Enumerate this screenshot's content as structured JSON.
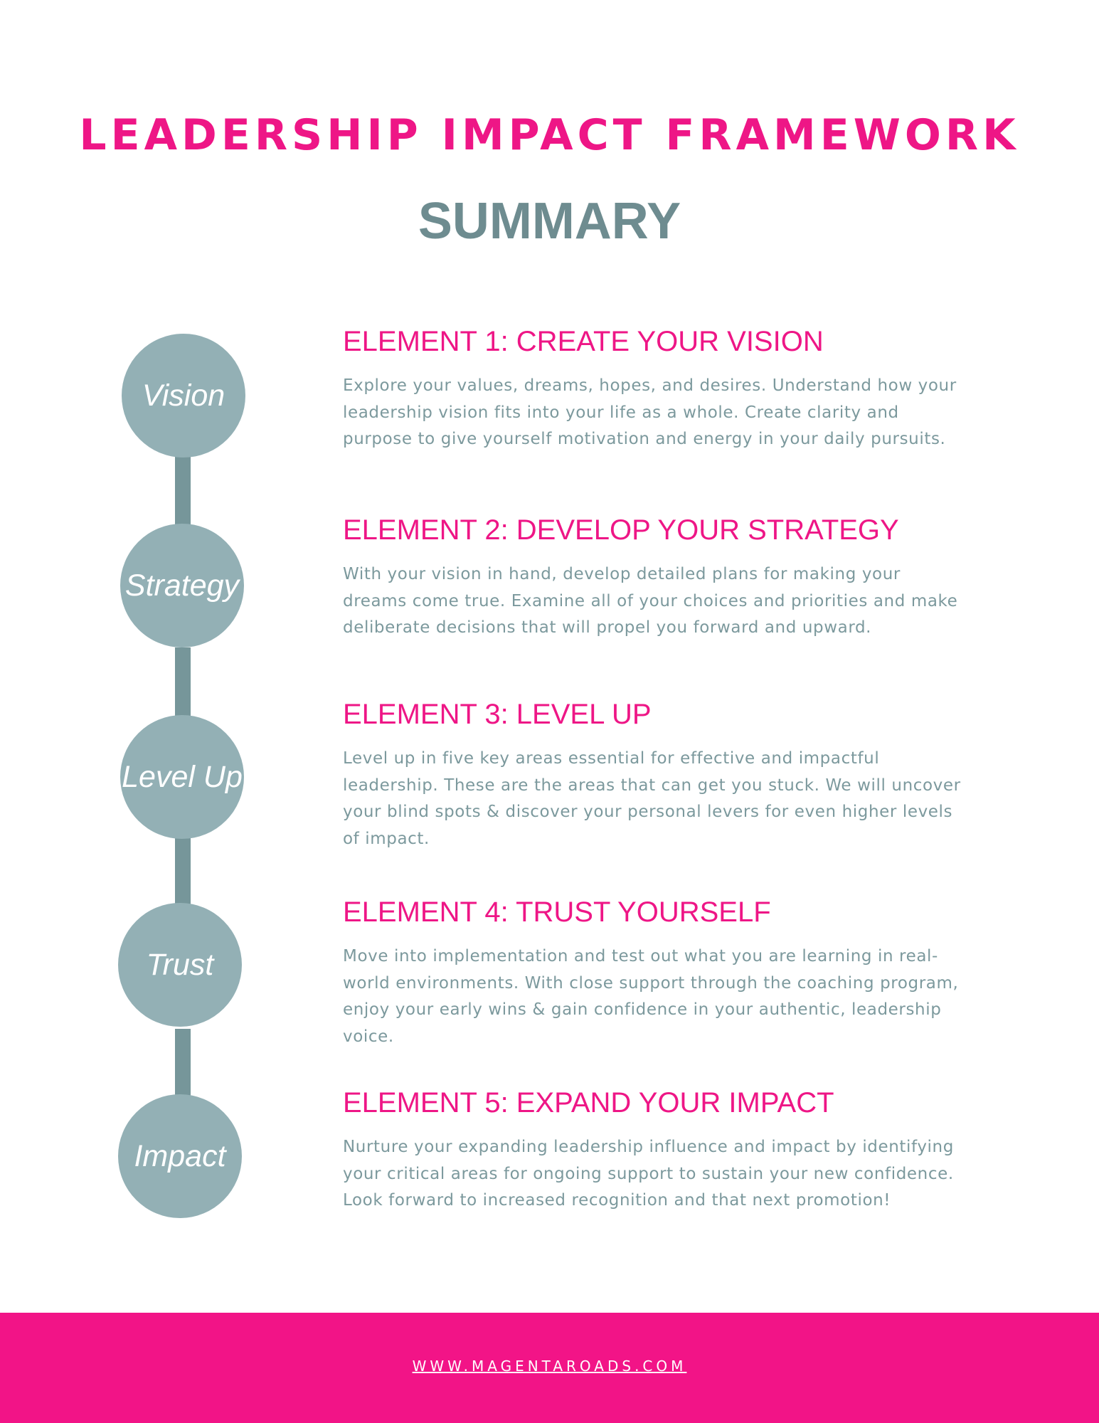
{
  "header": {
    "title": "LEADERSHIP IMPACT FRAMEWORK",
    "subtitle": "SUMMARY"
  },
  "elements": [
    {
      "circle_label": "Vision",
      "heading": "ELEMENT 1: CREATE YOUR VISION",
      "body": "Explore your values, dreams, hopes, and desires. Understand how your leadership vision fits into your life as a whole. Create clarity and purpose to give yourself motivation and energy in your daily pursuits."
    },
    {
      "circle_label": "Strategy",
      "heading": "ELEMENT 2: DEVELOP YOUR STRATEGY",
      "body": "With your vision in hand, develop detailed plans for making your dreams come true. Examine all of your choices and priorities and make deliberate decisions that will propel you forward and upward."
    },
    {
      "circle_label": "Level Up",
      "heading": "ELEMENT 3: LEVEL UP",
      "body": "Level up in five key areas essential for effective and impactful leadership. These are the areas that can get you stuck. We will uncover your blind spots & discover your personal levers for even higher levels of impact."
    },
    {
      "circle_label": "Trust",
      "heading": "ELEMENT 4: TRUST YOURSELF",
      "body": "Move into implementation and test out what you are learning in real-world environments. With close support through the coaching program, enjoy your early wins & gain confidence in your authentic, leadership voice."
    },
    {
      "circle_label": "Impact",
      "heading": "ELEMENT 5: EXPAND YOUR IMPACT",
      "body": "Nurture your expanding leadership influence and impact by identifying your critical areas for ongoing support to sustain your new confidence. Look forward to increased recognition and that next promotion!"
    }
  ],
  "footer": {
    "website": "WWW.MAGENTAROADS.COM"
  },
  "colors": {
    "accent": "#ee1686",
    "subtitle": "#6e8c90",
    "circle": "#93b0b5",
    "connector": "#76969a",
    "body_text": "#7c999d",
    "footer_band": "#f21487"
  }
}
